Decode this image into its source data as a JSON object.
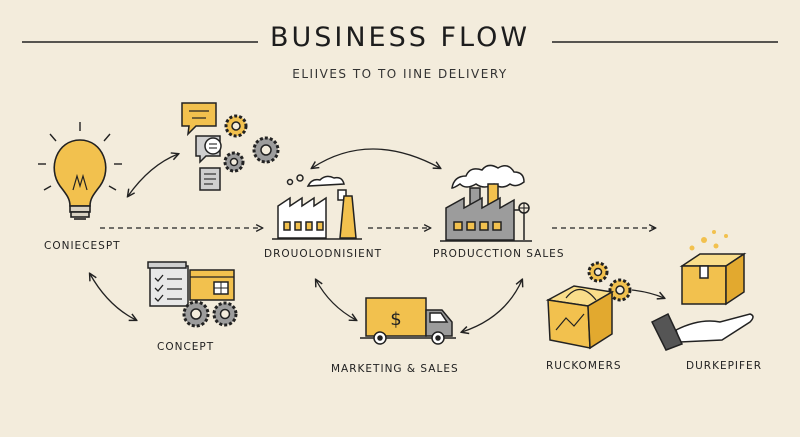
{
  "header": {
    "title": "BUSINESS FLOW",
    "subtitle": "ELIIVES TO TO IINE DELIVERY"
  },
  "labels": {
    "concept_top": "CONIECESPT",
    "concept_bottom": "CONCEPT",
    "development": "DROUOLODNISIENT",
    "production_sales": "PRODUCCTION SALES",
    "marketing_sales": "MARKETING & SALES",
    "customers": "RUCKOMERS",
    "delivery": "DURKEPIFER"
  },
  "icons": {
    "concept_top": "lightbulb-icon",
    "ideas": "gears-chat-icon",
    "concept_bottom": "checklist-gears-icon",
    "development": "factory-icon",
    "production": "factory-smoke-icon",
    "marketing": "delivery-truck-icon",
    "customers": "box-gears-icon",
    "delivery": "hand-package-icon"
  },
  "colors": {
    "background": "#f3ecdc",
    "accent": "#f2c14e",
    "line": "#222222",
    "gray": "#9c9c9c"
  }
}
